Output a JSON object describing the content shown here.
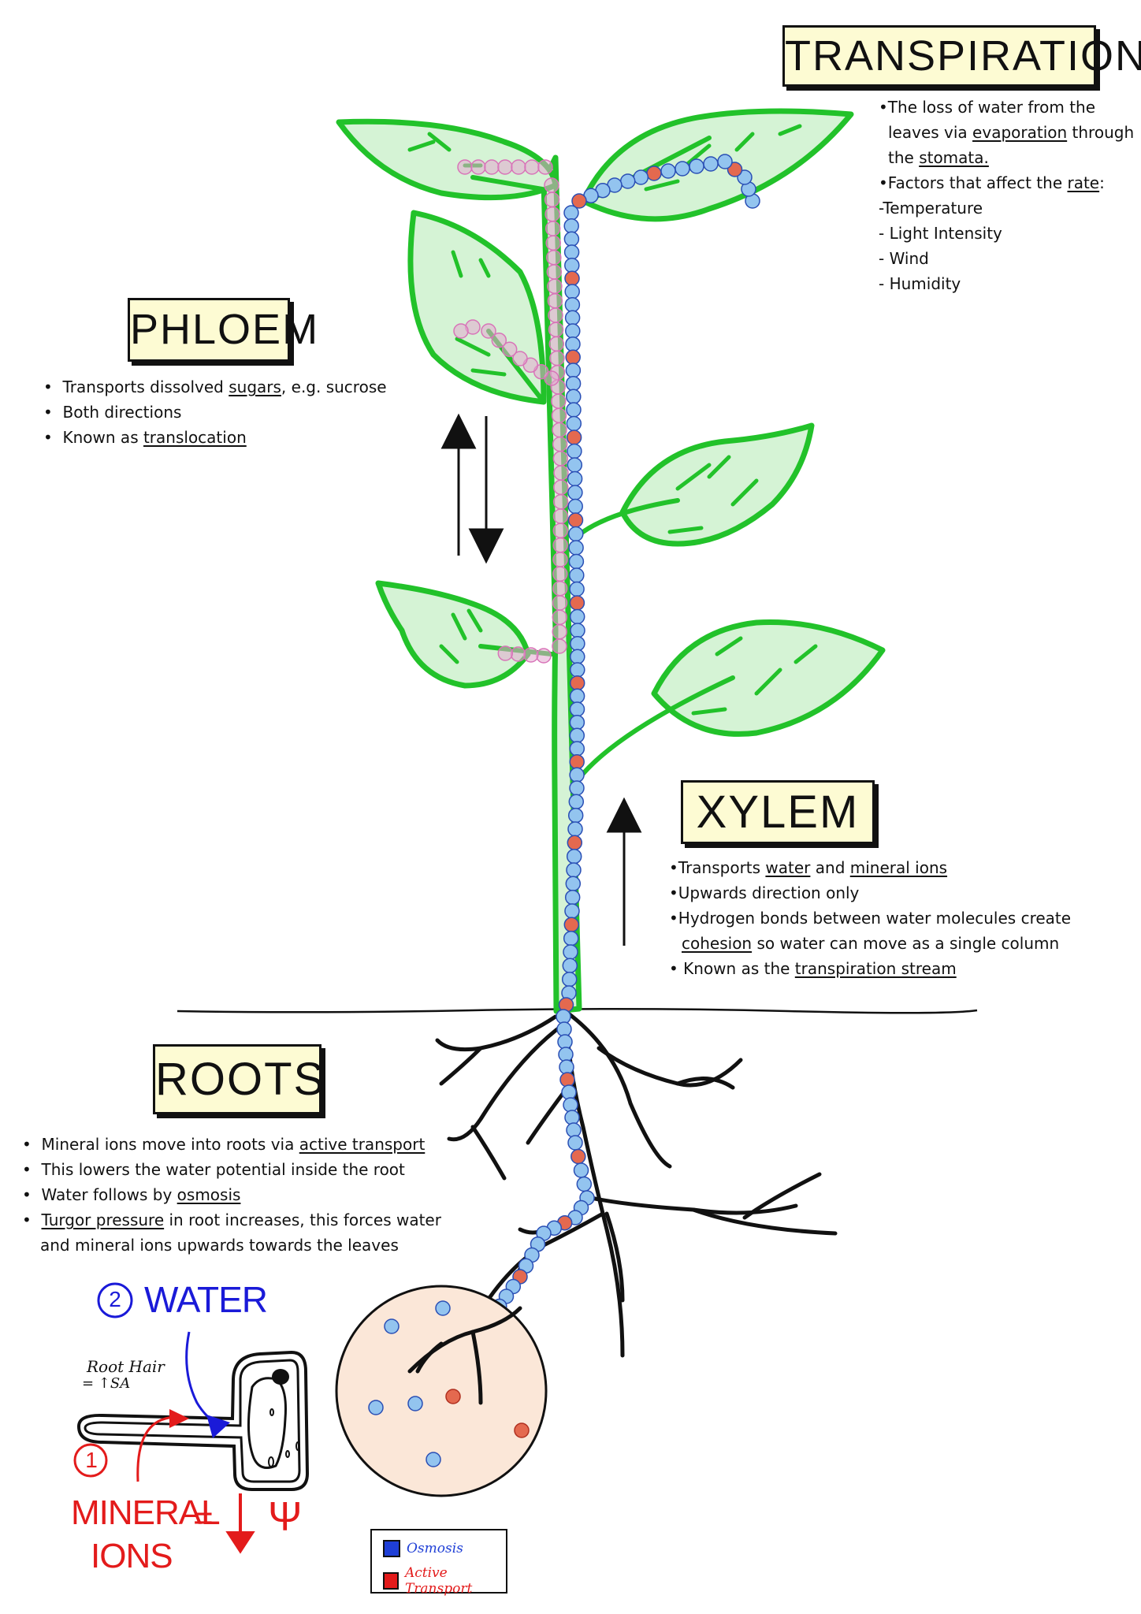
{
  "colors": {
    "plant_green": "#22c22a",
    "leaf_fill": "#d5f3d5",
    "phloem_pink": "#e3a8d0",
    "xylem_blue": "#93c4ef",
    "active_red": "#e4694f",
    "title_fill": "#fdfbd3",
    "water_blue": "#1a1ad8",
    "mineral_red": "#e31b1b",
    "soil_circle": "#fbe7d8"
  },
  "transpiration": {
    "title": "TRANSPIRATION",
    "l1": "•The loss of water from the",
    "l2a": "leaves via ",
    "l2b": "evaporation",
    "l2c": " through",
    "l3a": "the ",
    "l3b": "stomata.",
    "l4a": "•Factors that affect the ",
    "l4b": "rate",
    "l4c": ":",
    "l5": "-Temperature",
    "l6": "- Light Intensity",
    "l7": "- Wind",
    "l8": "- Humidity"
  },
  "phloem": {
    "title": "PHLOEM",
    "l1a": "Transports dissolved ",
    "l1b": "sugars",
    "l1c": ", e.g. sucrose",
    "l2": "Both directions",
    "l3a": "Known as ",
    "l3b": "translocation"
  },
  "xylem": {
    "title": "XYLEM",
    "l1a": "•Transports ",
    "l1b": "water",
    "l1c": " and ",
    "l1d": "mineral ions",
    "l2": "•Upwards direction only",
    "l3": "•Hydrogen bonds between water molecules create",
    "l4a": "cohesion",
    "l4b": " so water can move as a single column",
    "l5a": "• Known as the ",
    "l5b": "transpiration stream"
  },
  "roots": {
    "title": "ROOTS",
    "l1a": "Mineral ions move into roots via ",
    "l1b": "active transport",
    "l2": "This lowers the water potential inside the root",
    "l3a": "Water follows by ",
    "l3b": "osmosis",
    "l4a": "Turgor pressure",
    "l4b": " in root increases, this forces water",
    "l5": "and mineral ions upwards towards the leaves"
  },
  "root_hair": {
    "step2_number": "2",
    "step2_label": "WATER",
    "label_line1": "Root Hair",
    "label_line2": "= ↑SA",
    "step1_number": "1",
    "mineral_line1": "MINERAL",
    "mineral_line2": "IONS",
    "equals": "=",
    "psi": "Ψ"
  },
  "legend": {
    "osmosis": "Osmosis",
    "active": "Active Transport",
    "osmosis_color": "#1f3fd6",
    "active_color": "#e31b1b"
  }
}
